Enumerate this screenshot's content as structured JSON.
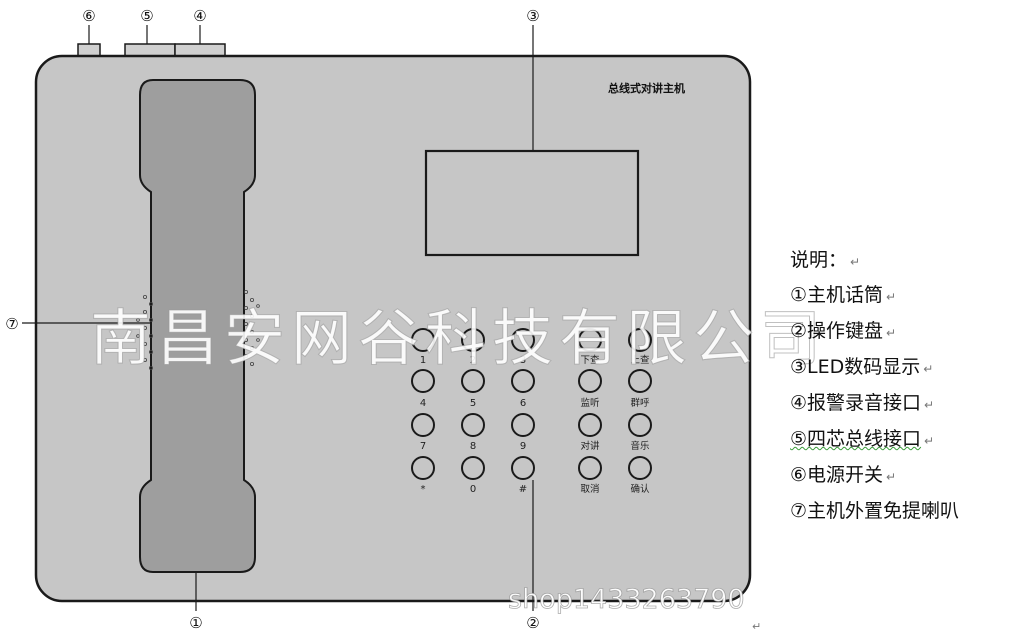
{
  "device": {
    "title": "总线式对讲主机",
    "colors": {
      "body": "#c6c6c6",
      "outline": "#1a1a1a",
      "handset": "#9e9e9e"
    }
  },
  "callouts": {
    "c1": "①",
    "c2": "②",
    "c3": "③",
    "c4": "④",
    "c5": "⑤",
    "c6": "⑥",
    "c7": "⑦"
  },
  "keypad": {
    "numeric": [
      "1",
      "2",
      "3",
      "4",
      "5",
      "6",
      "7",
      "8",
      "9",
      "*",
      "0",
      "#"
    ],
    "function": [
      "下查",
      "上查",
      "监听",
      "群呼",
      "对讲",
      "音乐",
      "取消",
      "确认"
    ]
  },
  "legend": {
    "title": "说明：",
    "items": [
      "①主机话筒",
      "②操作键盘",
      "③LED数码显示",
      "④报警录音接口",
      "⑤四芯总线接口",
      "⑥电源开关",
      "⑦主机外置免提喇叭"
    ]
  },
  "watermark": {
    "text": "南昌安网谷科技有限公司",
    "shop": "shop1433263790"
  }
}
